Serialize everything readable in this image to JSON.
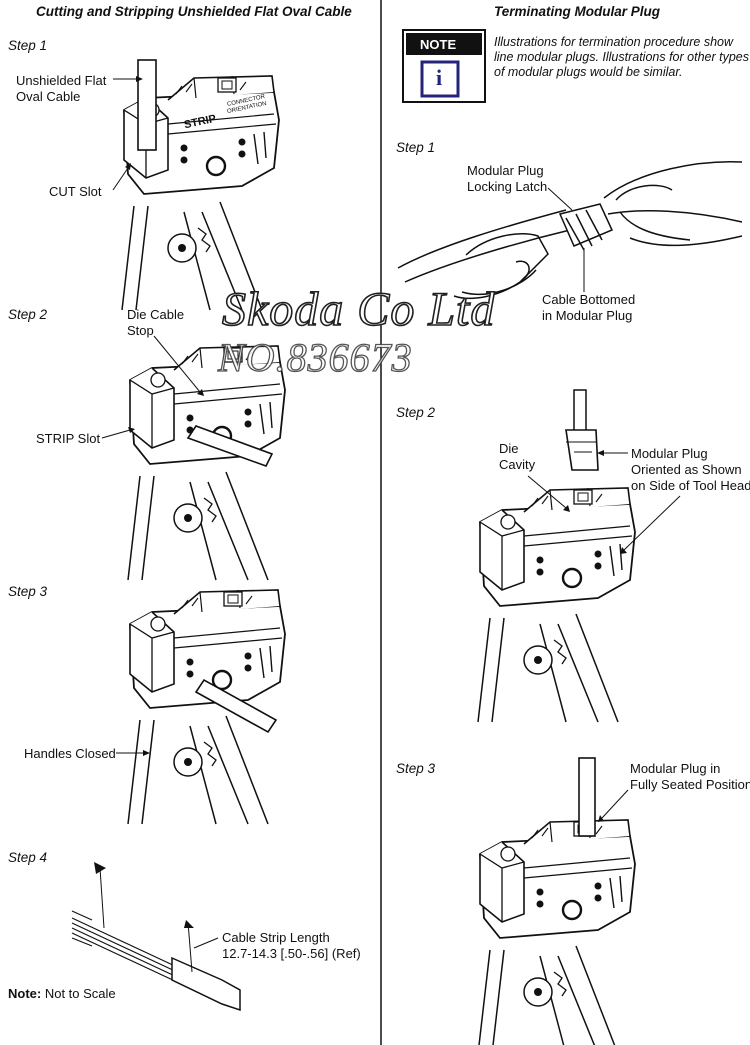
{
  "left": {
    "header": "Cutting and Stripping Unshielded Flat Oval Cable",
    "step1": {
      "label": "Step 1",
      "cable_line1": "Unshielded Flat",
      "cable_line2": "Oval Cable",
      "cut_slot": "CUT Slot"
    },
    "step2": {
      "label": "Step 2",
      "stop_line1": "Die Cable",
      "stop_line2": "Stop",
      "strip_slot": "STRIP Slot"
    },
    "step3": {
      "label": "Step 3",
      "handles": "Handles Closed"
    },
    "step4": {
      "label": "Step 4",
      "strip_length_line1": "Cable Strip Length",
      "strip_length_line2": "12.7-14.3 [.50-.56] (Ref)",
      "note_bold": "Note:",
      "note_text": " Not to Scale"
    }
  },
  "right": {
    "header": "Terminating Modular Plug",
    "note_badge": "NOTE",
    "note_icon": "info-icon",
    "note_text": "Illustrations for termination procedure show line modular plugs. Illustrations for other types of modular plugs would be similar.",
    "step1": {
      "label": "Step 1",
      "latch_line1": "Modular Plug",
      "latch_line2": "Locking Latch",
      "bottomed_line1": "Cable Bottomed",
      "bottomed_line2": "in Modular Plug"
    },
    "step2": {
      "label": "Step 2",
      "die_line1": "Die",
      "die_line2": "Cavity",
      "plug_line1": "Modular Plug",
      "plug_line2": "Oriented as Shown",
      "plug_line3": "on Side of Tool Head"
    },
    "step3": {
      "label": "Step 3",
      "seated_line1": "Modular Plug in",
      "seated_line2": "Fully Seated Position"
    }
  },
  "tool_labels": {
    "strip": "STRIP",
    "connector": "CONNECTOR",
    "orientation": "ORIENTATION"
  },
  "watermark": {
    "line1": "Skoda Co Ltd",
    "line2": "NO.836673"
  }
}
